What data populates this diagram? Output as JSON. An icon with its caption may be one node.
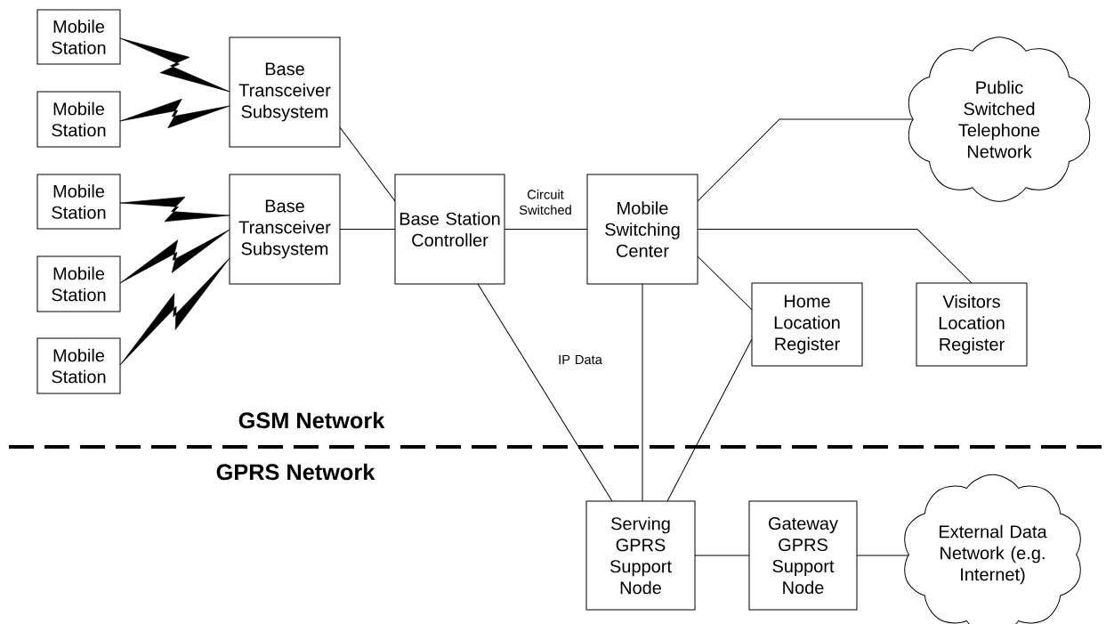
{
  "diagram": {
    "nodes": [
      {
        "text": [
          "Mobile Station"
        ]
      },
      {
        "text": [
          "Mobile Station"
        ]
      },
      {
        "text": [
          "Mobile Station"
        ]
      },
      {
        "text": [
          "Mobile Station"
        ]
      },
      {
        "text": [
          "Mobile Station"
        ]
      },
      {
        "text": [
          "Base Transceiver Subsystem"
        ]
      },
      {
        "text": [
          "Base Transceiver Subsystem"
        ]
      },
      {
        "text": [
          "Base Station Controller"
        ]
      },
      {
        "text": [
          "Mobile Switching Center"
        ]
      },
      {
        "text": [
          "Public Switched Telephone Network"
        ]
      },
      {
        "text": [
          "Home Location Register"
        ]
      },
      {
        "text": [
          "Visitors Location Register"
        ]
      },
      {
        "text": [
          "Serving GPRS Support Node"
        ]
      },
      {
        "text": [
          "Gateway GPRS Support Node"
        ]
      },
      {
        "text": [
          "External Data Network (e.g. Internet)"
        ]
      }
    ],
    "edges": [
      {
        "from": 0,
        "to": 5,
        "arrow": "none",
        "style": "thick"
      },
      {
        "from": 1,
        "to": 5,
        "arrow": "none",
        "style": "thick"
      },
      {
        "from": 2,
        "to": 6,
        "arrow": "none",
        "style": "thick"
      },
      {
        "from": 3,
        "to": 6,
        "arrow": "none",
        "style": "thick"
      },
      {
        "from": 4,
        "to": 6,
        "arrow": "none",
        "style": "thick"
      },
      {
        "from": 5,
        "to": 7,
        "arrow": "none"
      },
      {
        "from": 6,
        "to": 7,
        "arrow": "none"
      },
      {
        "from": 7,
        "to": 8,
        "arrow": "none",
        "label": "Circuit Switched"
      },
      {
        "from": 8,
        "to": 9,
        "arrow": "none"
      },
      {
        "from": 8,
        "to": 11,
        "arrow": "none"
      },
      {
        "from": 8,
        "to": 10,
        "arrow": "none"
      },
      {
        "from": 7,
        "to": 12,
        "arrow": "none",
        "label": "IP Data"
      },
      {
        "from": 8,
        "to": 12,
        "arrow": "none"
      },
      {
        "from": 10,
        "to": 12,
        "arrow": "none"
      },
      {
        "from": 12,
        "to": 13,
        "arrow": "none"
      },
      {
        "from": 13,
        "to": 14,
        "arrow": "none"
      }
    ],
    "labels": [
      "GSM Network",
      "GPRS Network"
    ]
  }
}
